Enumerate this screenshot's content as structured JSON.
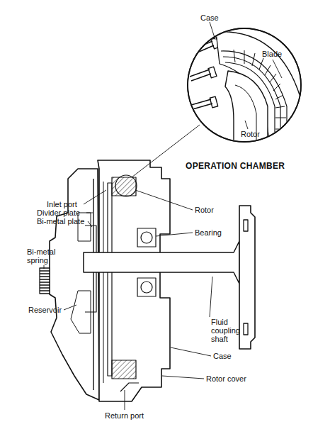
{
  "diagram": {
    "labels": [
      "Case",
      "Blade",
      "Rotor",
      "OPERATION CHAMBER",
      "Inlet port",
      "Divider plate",
      "Bi-metal plate",
      "Rotor",
      "Bearing",
      "Bi-metal spring",
      "Fluid coupling shaft",
      "Reservoir",
      "Case",
      "Rotor cover",
      "Return port"
    ]
  }
}
